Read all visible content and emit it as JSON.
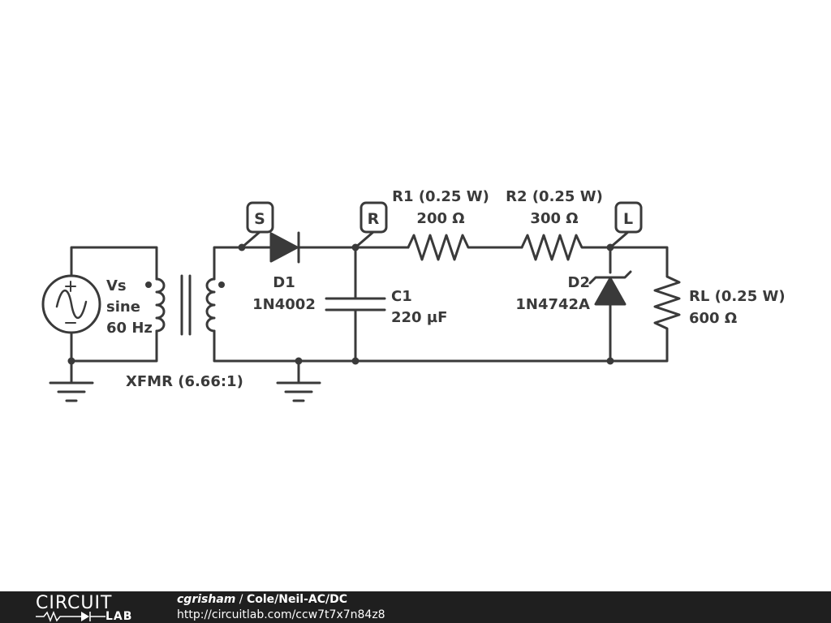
{
  "components": {
    "vs": {
      "name": "Vs",
      "type": "sine",
      "freq": "60 Hz"
    },
    "xfmr": {
      "label": "XFMR (6.66:1)"
    },
    "d1": {
      "name": "D1",
      "part": "1N4002"
    },
    "c1": {
      "name": "C1",
      "value": "220 µF"
    },
    "r1": {
      "name": "R1 (0.25 W)",
      "value": "200 Ω"
    },
    "r2": {
      "name": "R2 (0.25 W)",
      "value": "300 Ω"
    },
    "d2": {
      "name": "D2",
      "part": "1N4742A"
    },
    "rl": {
      "name": "RL (0.25 W)",
      "value": "600 Ω"
    }
  },
  "probes": {
    "s": "S",
    "r": "R",
    "l": "L"
  },
  "colors": {
    "wire": "#3a3a3a",
    "footer_bg": "#1f1f1f",
    "footer_text": "#ffffff"
  },
  "footer": {
    "logo_top": "CIRCUIT",
    "logo_bottom": "LAB",
    "author": "cgrisham",
    "separator": " / ",
    "title": "Cole/Neil-AC/DC",
    "url": "http://circuitlab.com/ccw7t7x7n84z8"
  }
}
